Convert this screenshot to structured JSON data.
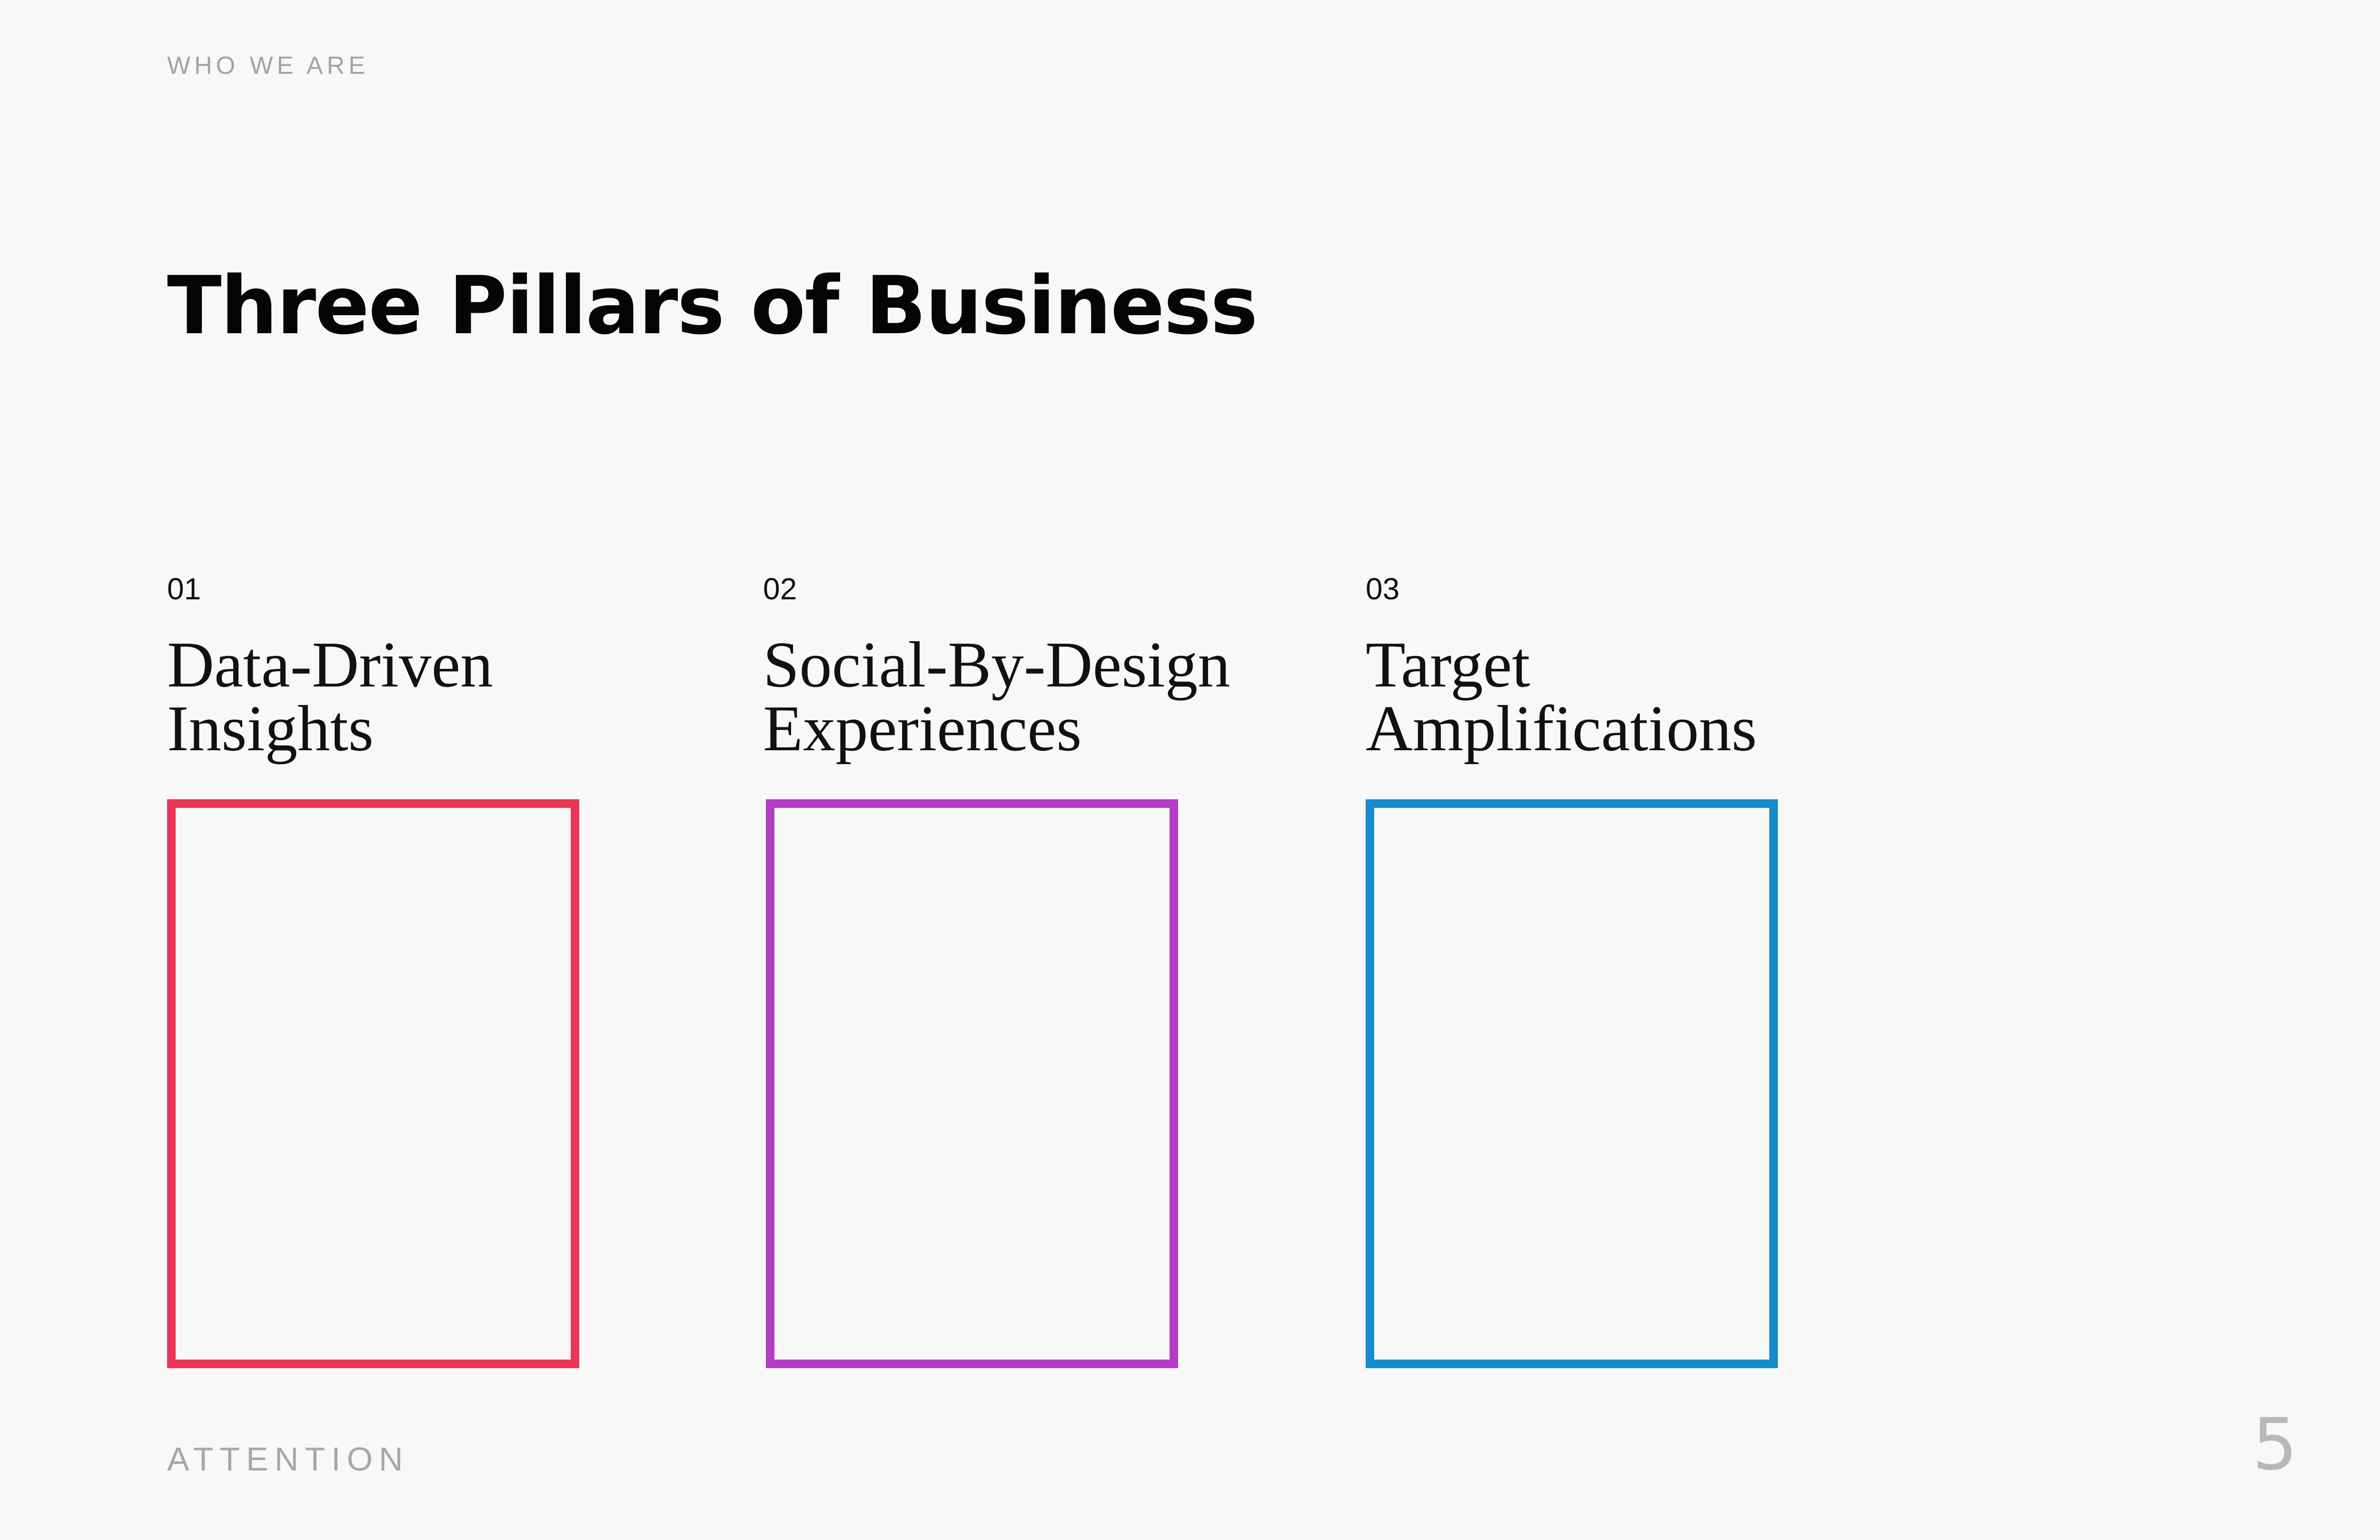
{
  "header": {
    "kicker": "WHO WE ARE",
    "title": "Three Pillars of Business"
  },
  "pillars": [
    {
      "number": "01",
      "title_line1": "Data-Driven",
      "title_line2": "Insights",
      "color": "#ea3555"
    },
    {
      "number": "02",
      "title_line1": "Social-By-Design",
      "title_line2": "Experiences",
      "color": "#b43dc6"
    },
    {
      "number": "03",
      "title_line1": "Target",
      "title_line2": "Amplifications",
      "color": "#168ccd"
    }
  ],
  "footer": {
    "brand": "ATTENTION",
    "page_number": "5"
  }
}
